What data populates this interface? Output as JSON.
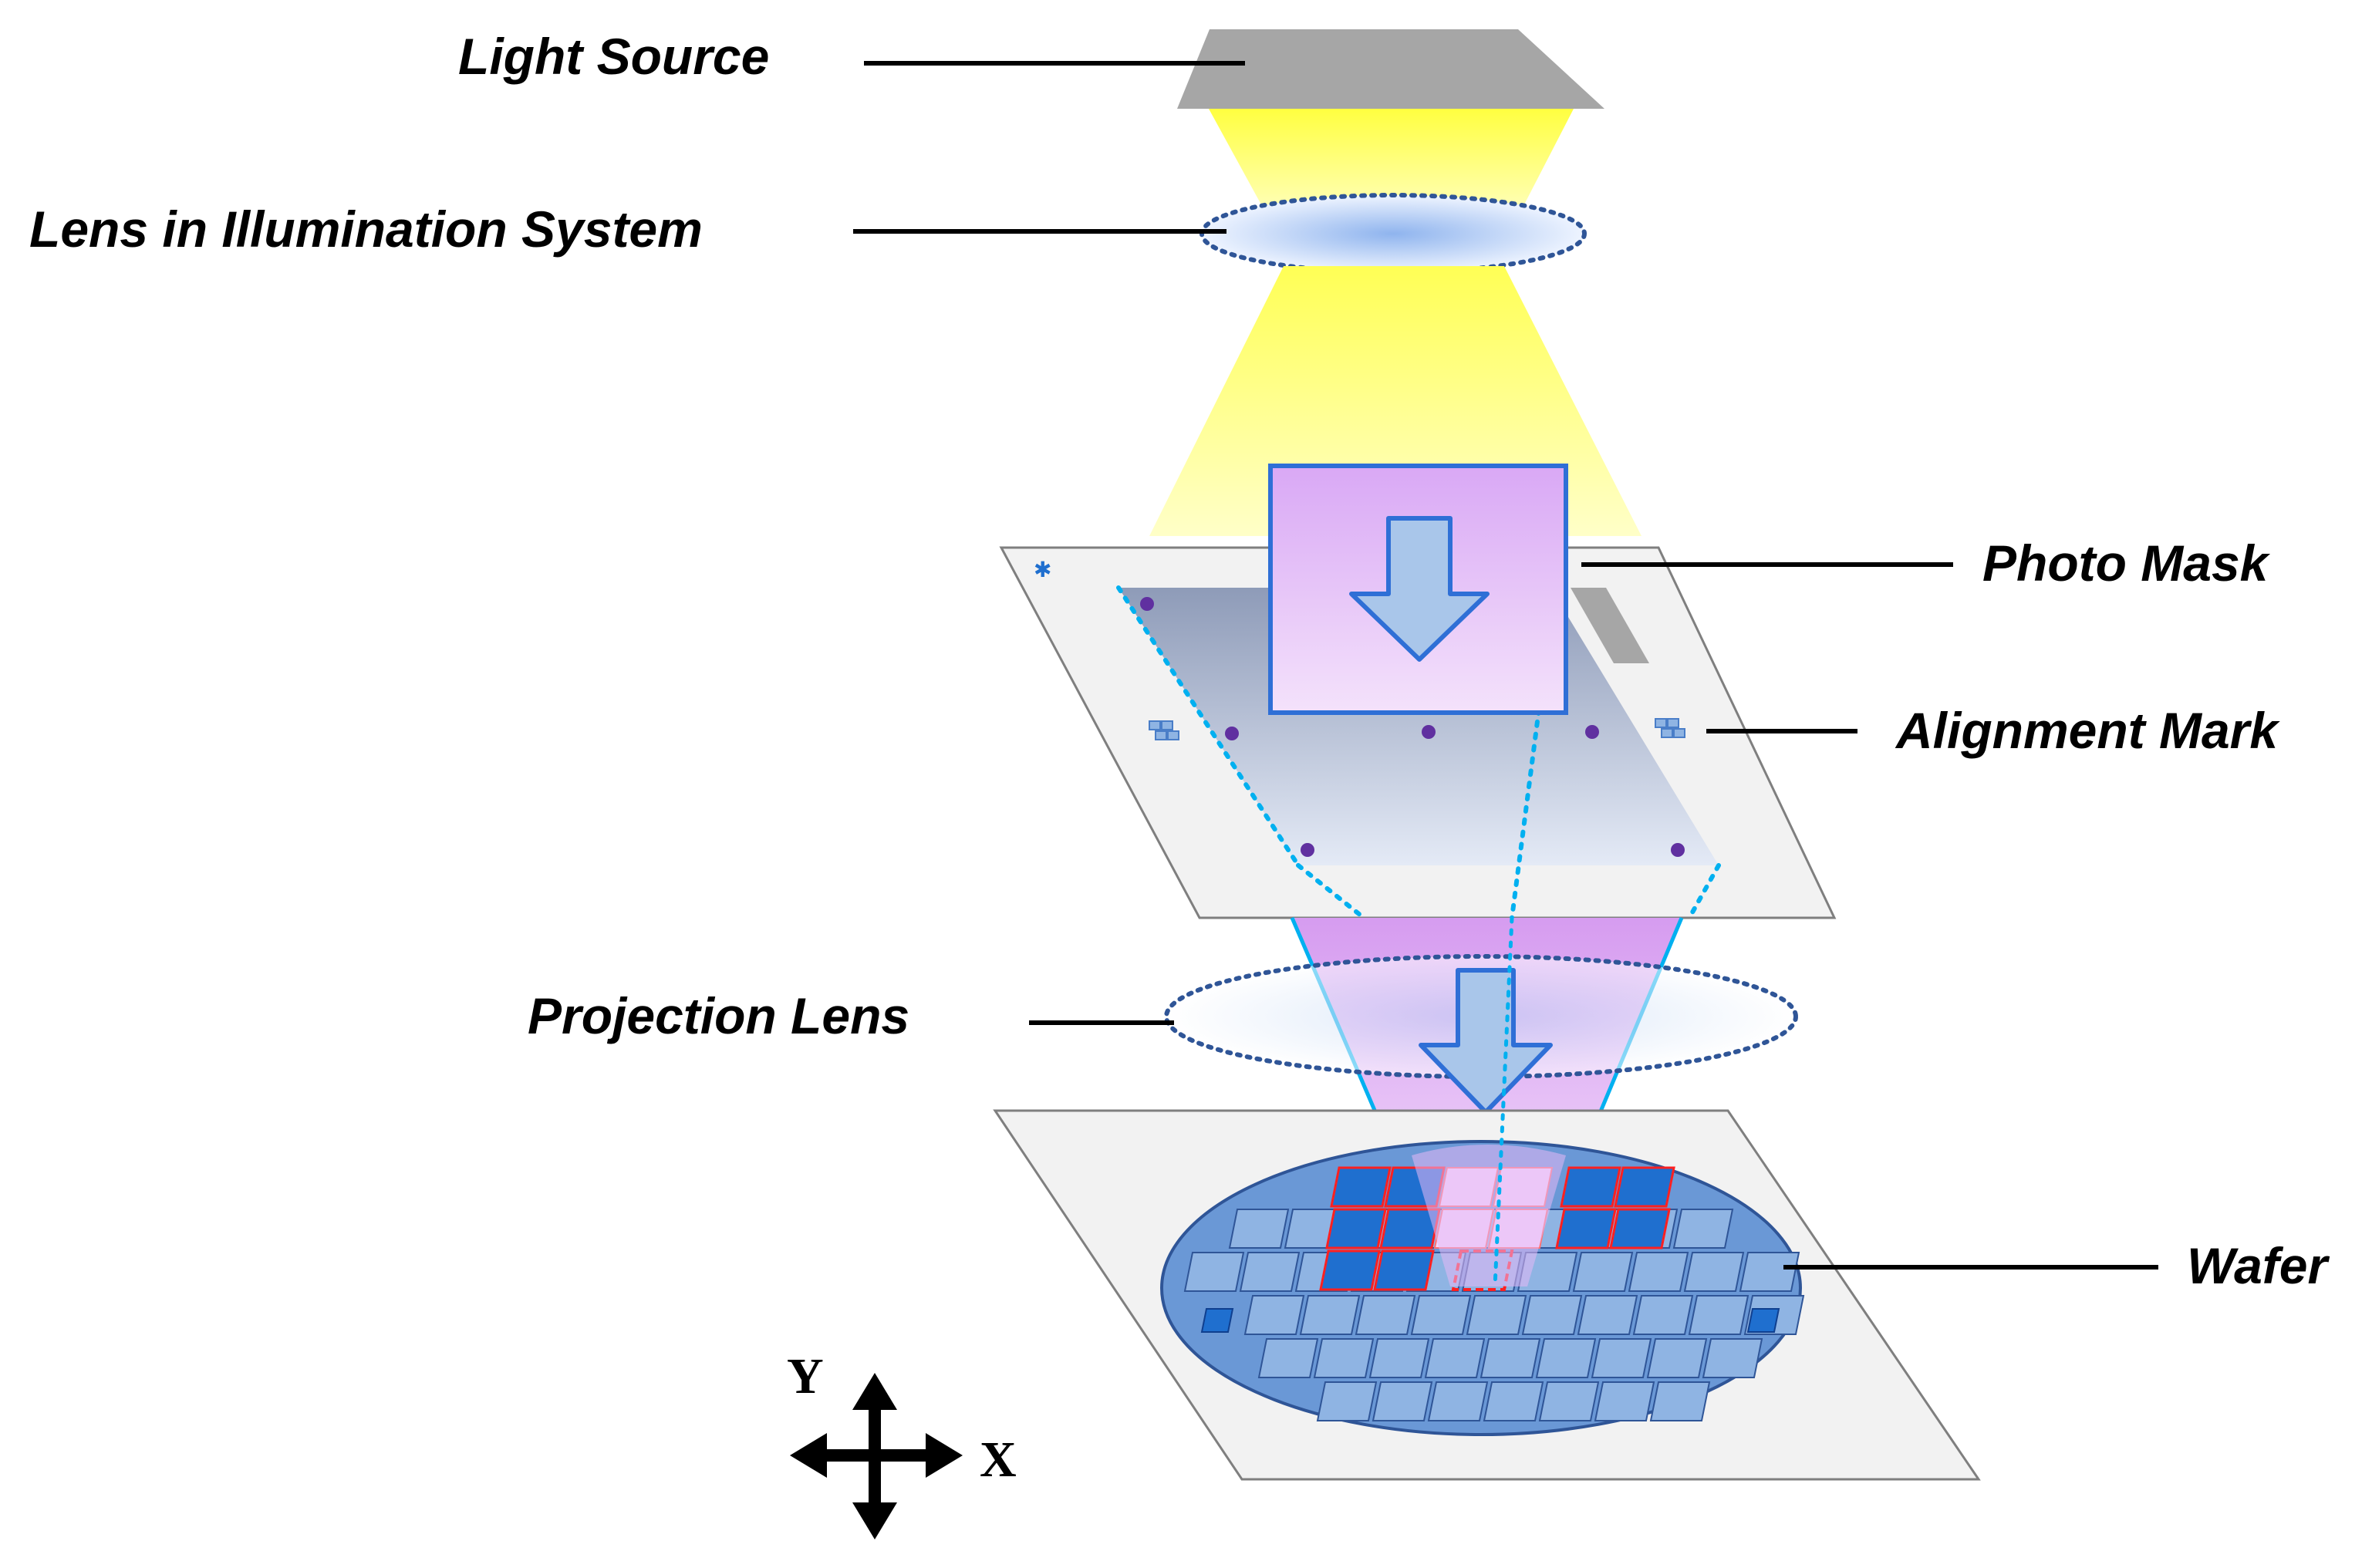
{
  "labels": {
    "light_source": "Light Source",
    "illumination_lens": "Lens in Illumination System",
    "photo_mask": "Photo Mask",
    "alignment_mark": "Alignment Mark",
    "projection_lens": "Projection Lens",
    "wafer": "Wafer"
  },
  "axes": {
    "x": "X",
    "y": "Y"
  },
  "colors": {
    "light_source": "#a6a6a6",
    "light_beam": "#ffff66",
    "lens_fill": "#bdd7ee",
    "lens_edge": "#2f5597",
    "mask_plate": "#f2f2f2",
    "mask_window": "#b4c7e7",
    "mask_box": "#e7b6f7",
    "box_border": "#2f6fd6",
    "arrow_fill": "#a9c6ea",
    "projection_beam": "#d9a6f0",
    "wafer_fill": "#6a98d6",
    "die_fill": "#8fb4e3",
    "die_exposed": "#1f6fcf",
    "die_highlight": "#ff2020",
    "alignment_dot": "#6030a0",
    "dotted_line": "#00b0f0"
  }
}
